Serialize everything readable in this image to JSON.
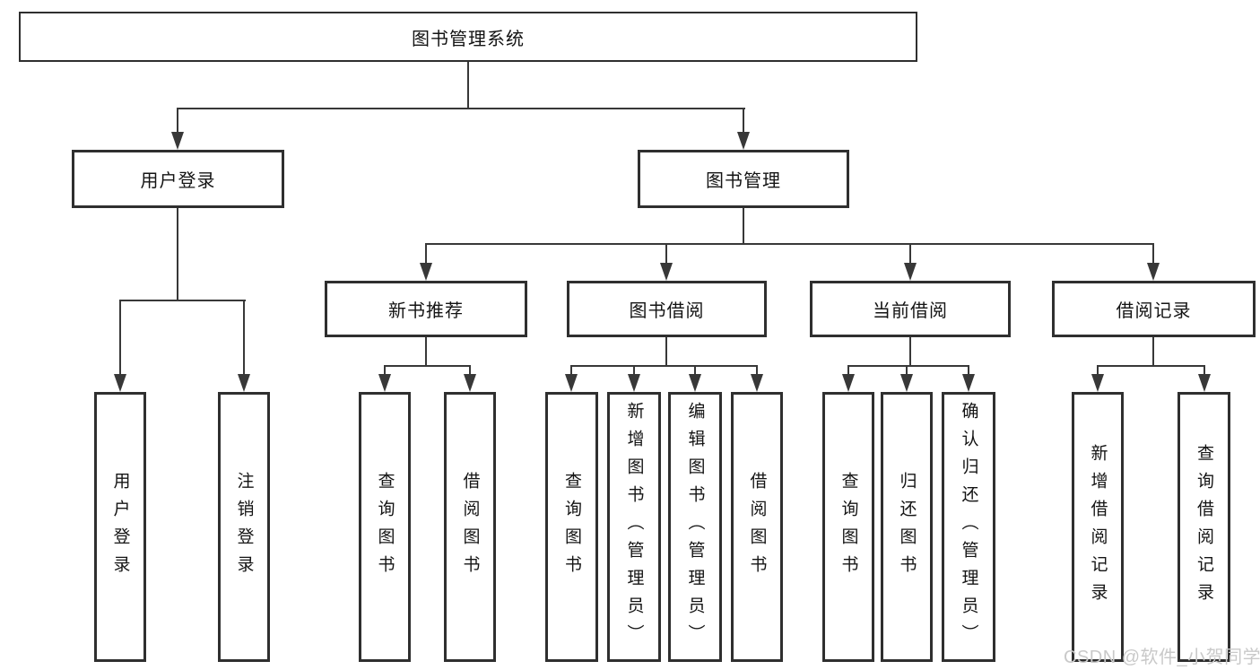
{
  "watermark": "CSDN @软件_小贺同学",
  "colors": {
    "line": "#383838",
    "box_border": "#2f2f2f",
    "text": "#141414",
    "watermark": "#c9c9c9",
    "background": "#ffffff"
  },
  "tree": {
    "root": {
      "label": "图书管理系统"
    },
    "children": [
      {
        "label": "用户登录",
        "children": [
          {
            "label": "用户登录"
          },
          {
            "label": "注销登录"
          }
        ]
      },
      {
        "label": "图书管理",
        "children": [
          {
            "label": "新书推荐",
            "children": [
              {
                "label": "查询图书"
              },
              {
                "label": "借阅图书"
              }
            ]
          },
          {
            "label": "图书借阅",
            "children": [
              {
                "label": "查询图书"
              },
              {
                "label": "新增图书（管理员）"
              },
              {
                "label": "编辑图书（管理员）"
              },
              {
                "label": "借阅图书"
              }
            ]
          },
          {
            "label": "当前借阅",
            "children": [
              {
                "label": "查询图书"
              },
              {
                "label": "归还图书"
              },
              {
                "label": "确认归还（管理员）"
              }
            ]
          },
          {
            "label": "借阅记录",
            "children": [
              {
                "label": "新增借阅记录"
              },
              {
                "label": "查询借阅记录"
              }
            ]
          }
        ]
      }
    ]
  }
}
